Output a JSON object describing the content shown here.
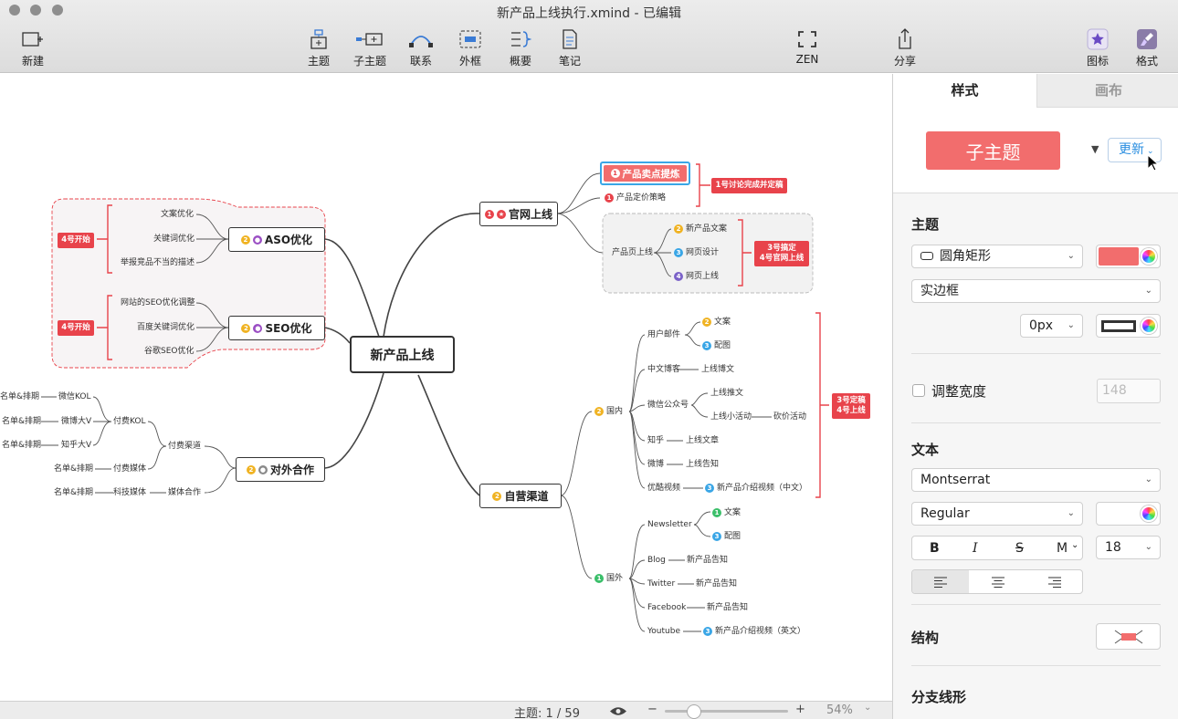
{
  "window": {
    "title": "新产品上线执行.xmind - 已编辑"
  },
  "toolbar": {
    "new": "新建",
    "topic": "主题",
    "subtopic": "子主题",
    "relation": "联系",
    "boundary": "外框",
    "summary": "概要",
    "note": "笔记",
    "zen": "ZEN",
    "share": "分享",
    "icons": "图标",
    "format": "格式"
  },
  "map": {
    "central": "新产品上线",
    "official": {
      "label": "官网上线",
      "selling": "产品卖点提炼",
      "pricing": "产品定价策略",
      "note1": "1号讨论完成并定稿",
      "product_page": "产品页上线",
      "page_items": [
        "新产品文案",
        "网页设计",
        "网页上线"
      ],
      "note2": "3号搞定\n4号官网上线"
    },
    "own": {
      "label": "自营渠道",
      "domestic": "国内",
      "domestic_items": {
        "email": "用户邮件",
        "email_children": [
          "文案",
          "配图"
        ],
        "weibo_blog": "中文博客",
        "weibo_blog_child": "上线博文",
        "wechat": "微信公众号",
        "wechat_children": [
          "上线推文",
          "上线小活动"
        ],
        "wechat_grandchild": "砍价活动",
        "zhihu": "知乎",
        "zhihu_child": "上线文章",
        "weibo": "微博",
        "weibo_child": "上线告知",
        "youku": "优酷视频",
        "youku_child": "新产品介绍视频（中文）"
      },
      "note": "3号定稿\n4号上线",
      "overseas": "国外",
      "overseas_items": {
        "newsletter": "Newsletter",
        "newsletter_children": [
          "文案",
          "配图"
        ],
        "blog": "Blog",
        "blog_child": "新产品告知",
        "twitter": "Twitter",
        "twitter_child": "新产品告知",
        "facebook": "Facebook",
        "facebook_child": "新产品告知",
        "youtube": "Youtube",
        "youtube_child": "新产品介绍视频（英文）"
      }
    },
    "aso": {
      "label": "ASO优化",
      "items": [
        "文案优化",
        "关键词优化",
        "举报竞品不当的描述"
      ],
      "note": "4号开始"
    },
    "seo": {
      "label": "SEO优化",
      "items": [
        "网站的SEO优化调整",
        "百度关键词优化",
        "谷歌SEO优化"
      ],
      "note": "4号开始"
    },
    "partner": {
      "label": "对外合作",
      "paid": "付费渠道",
      "paid_kol": "付费KOL",
      "kol_items": [
        "微信KOL",
        "微博大V",
        "知乎大V"
      ],
      "kol_children": [
        "名单&排期",
        "名单&排期",
        "名单&排期"
      ],
      "paid_media": "付费媒体",
      "paid_media_child": "名单&排期",
      "media_coop": "媒体合作",
      "tech_media": "科技媒体",
      "tech_media_child": "名单&排期"
    }
  },
  "status": {
    "topic_count": "主题: 1 / 59",
    "zoom": "54%"
  },
  "panel": {
    "tab_style": "样式",
    "tab_canvas": "画布",
    "preview": "子主题",
    "update": "更新",
    "sec_topic": "主题",
    "shape": "圆角矩形",
    "border": "实边框",
    "border_width": "0px",
    "adjust_width": "调整宽度",
    "width_value": "148",
    "sec_text": "文本",
    "font": "Montserrat",
    "weight": "Regular",
    "bold": "B",
    "italic": "I",
    "strike": "S",
    "more": "M",
    "size": "18",
    "sec_structure": "结构",
    "sec_branch": "分支线形"
  },
  "colors": {
    "accent": "#f26d6d",
    "red": "#e8434b",
    "highlight": "#3aa6e6"
  }
}
